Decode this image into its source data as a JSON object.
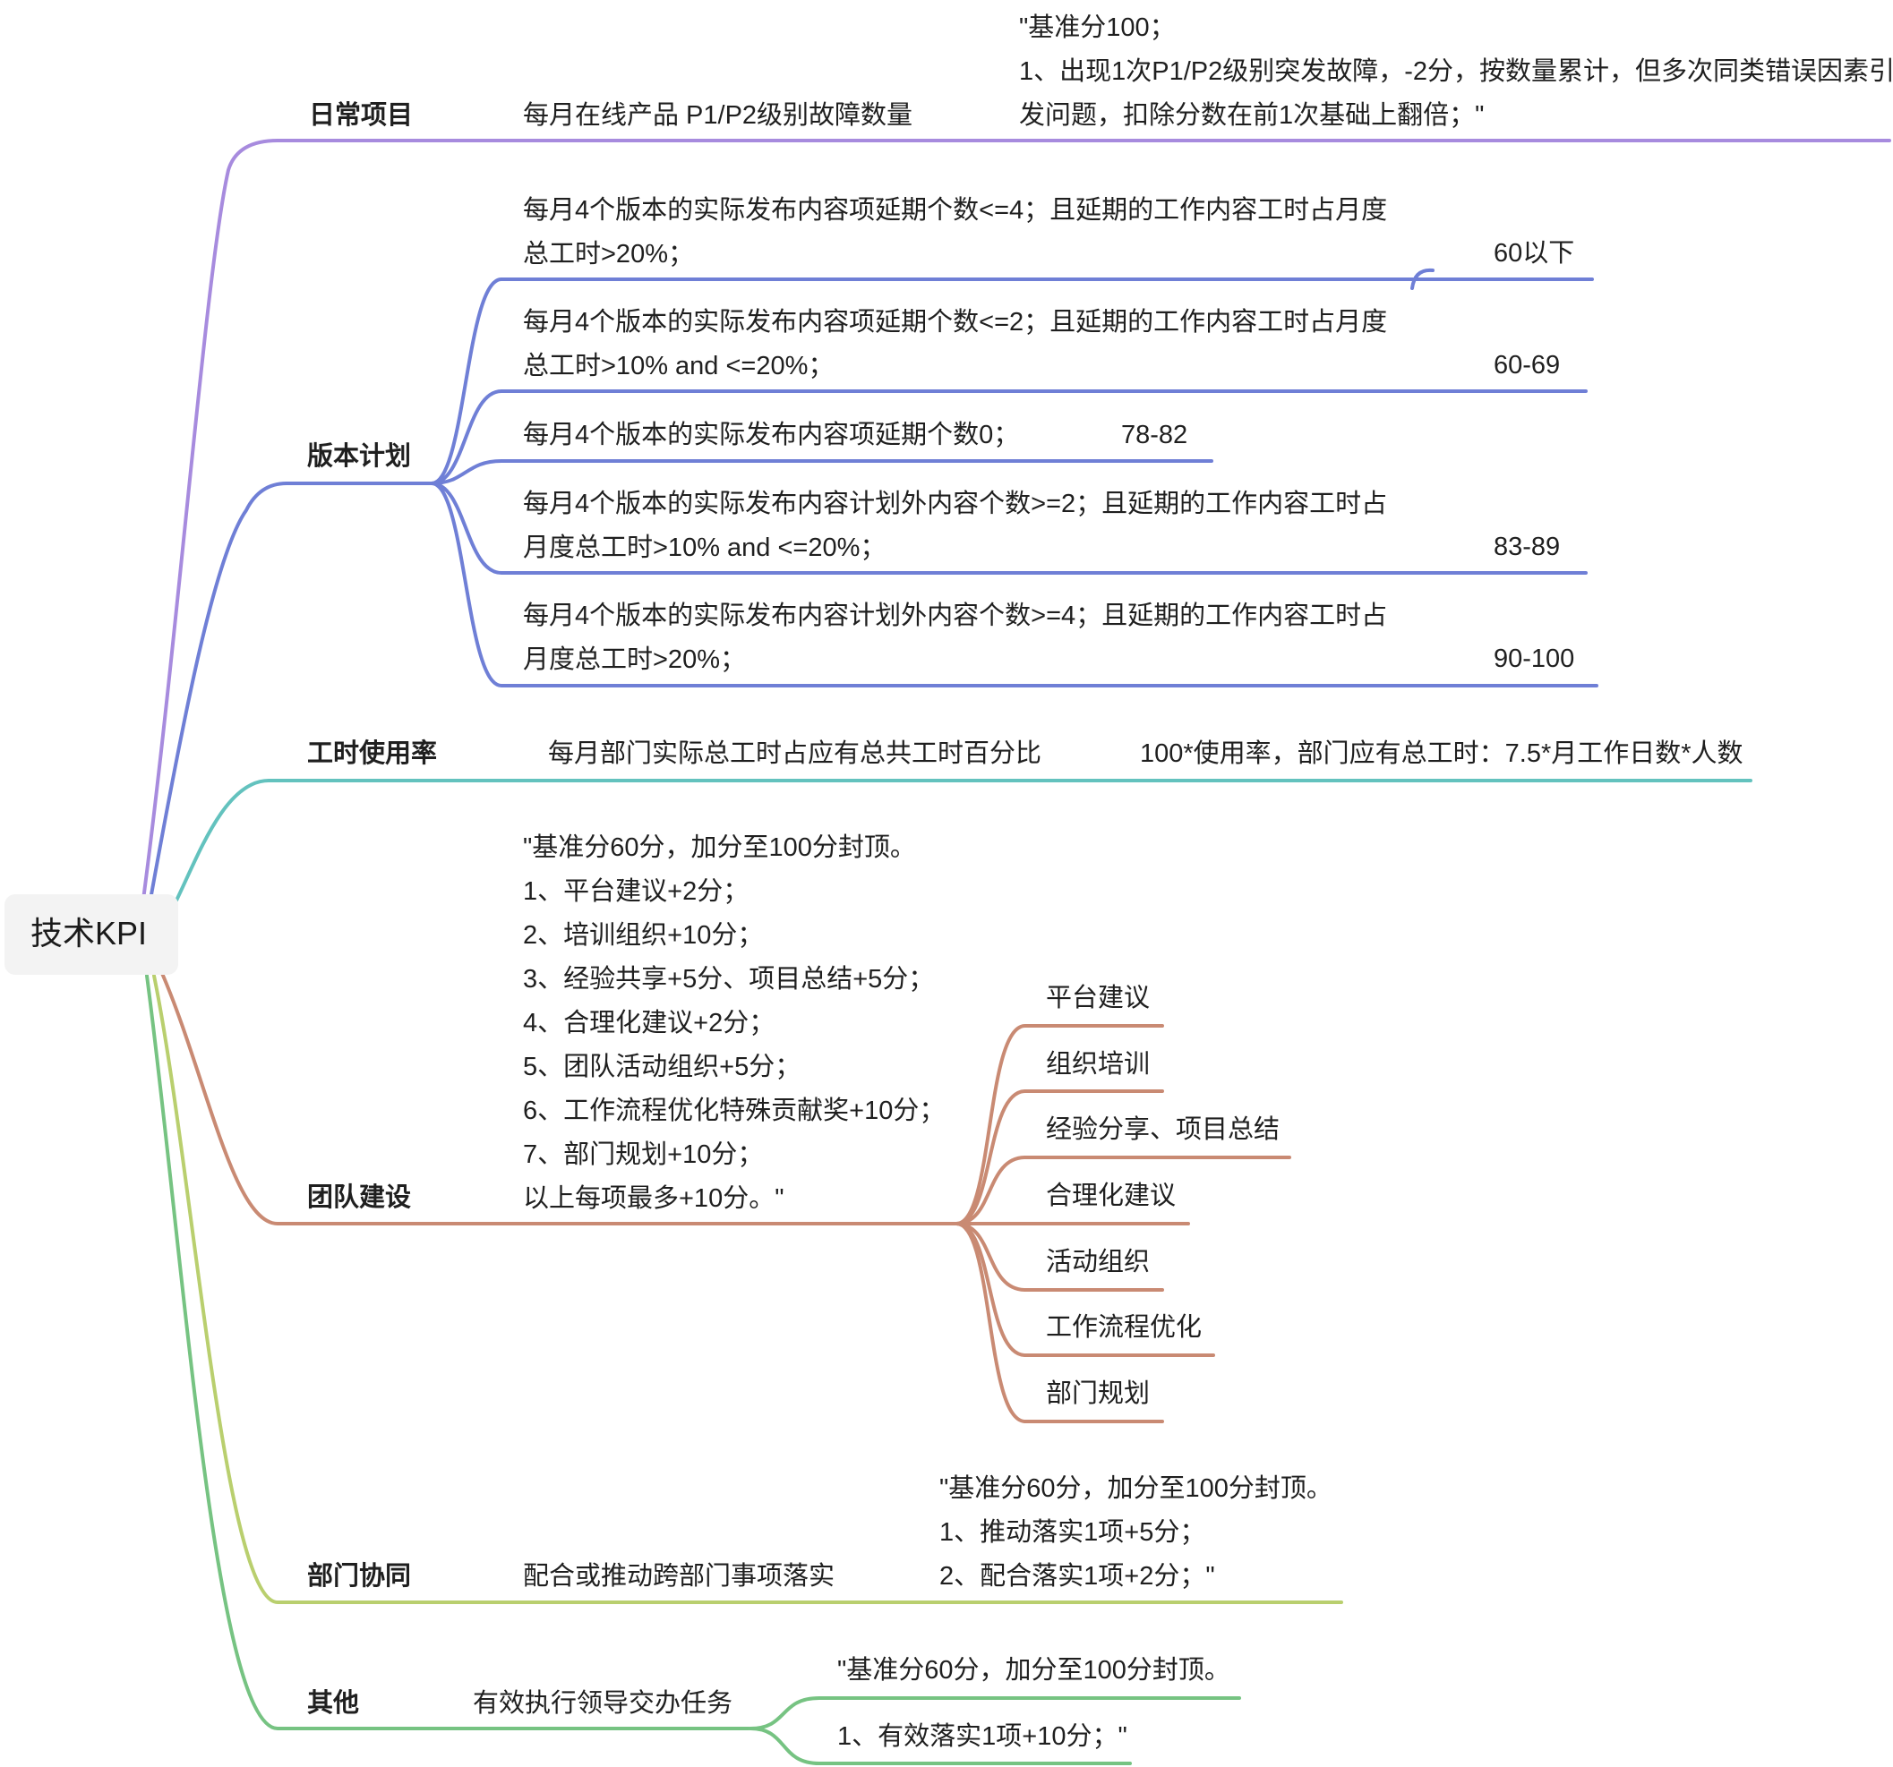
{
  "root": "技术KPI",
  "colors": {
    "daily": "#a78bde",
    "version": "#6f7fd6",
    "hours": "#63c2be",
    "team": "#c98a73",
    "collab": "#b9cf6e",
    "other": "#76c382"
  },
  "daily": {
    "label": "日常项目",
    "metric": "每月在线产品 P1/P2级别故障数量",
    "rule": "\"基准分100；\n1、出现1次P1/P2级别突发故障，-2分，按数量累计，但多次同类错误因素引\n发问题，扣除分数在前1次基础上翻倍；\""
  },
  "version": {
    "label": "版本计划",
    "items": [
      {
        "condition": "每月4个版本的实际发布内容项延期个数<=4；且延期的工作内容工时占月度\n总工时>20%；",
        "score": "60以下"
      },
      {
        "condition": "每月4个版本的实际发布内容项延期个数<=2；且延期的工作内容工时占月度\n总工时>10% and <=20%；",
        "score": "60-69"
      },
      {
        "condition": "每月4个版本的实际发布内容项延期个数0；",
        "score": "78-82"
      },
      {
        "condition": "每月4个版本的实际发布内容计划外内容个数>=2；且延期的工作内容工时占\n月度总工时>10% and <=20%；",
        "score": "83-89"
      },
      {
        "condition": "每月4个版本的实际发布内容计划外内容个数>=4；且延期的工作内容工时占\n月度总工时>20%；",
        "score": "90-100"
      }
    ]
  },
  "hours": {
    "label": "工时使用率",
    "metric": "每月部门实际总工时占应有总共工时百分比",
    "rule": "100*使用率，部门应有总工时：7.5*月工作日数*人数"
  },
  "team": {
    "label": "团队建设",
    "rule": "\"基准分60分，加分至100分封顶。\n1、平台建议+2分；\n2、培训组织+10分；\n3、经验共享+5分、项目总结+5分；\n4、合理化建议+2分；\n5、团队活动组织+5分；\n6、工作流程优化特殊贡献奖+10分；\n7、部门规划+10分；\n以上每项最多+10分。\"",
    "subitems": [
      "平台建议",
      "组织培训",
      "经验分享、项目总结",
      "合理化建议",
      "活动组织",
      "工作流程优化",
      "部门规划"
    ]
  },
  "collab": {
    "label": "部门协同",
    "metric": "配合或推动跨部门事项落实",
    "rule": "\"基准分60分，加分至100分封顶。\n1、推动落实1项+5分；\n2、配合落实1项+2分；\""
  },
  "other": {
    "label": "其他",
    "metric": "有效执行领导交办任务",
    "rules": [
      "\"基准分60分，加分至100分封顶。",
      "1、有效落实1项+10分；\""
    ]
  }
}
